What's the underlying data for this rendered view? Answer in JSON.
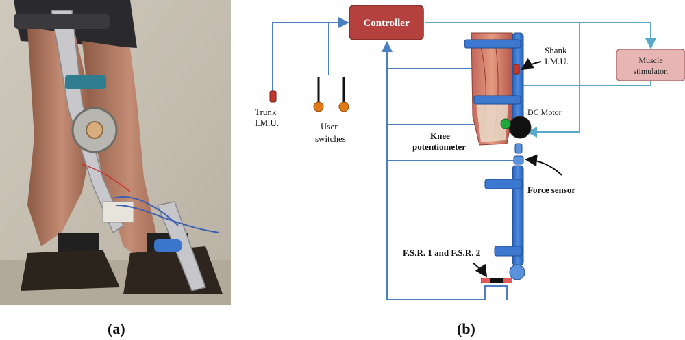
{
  "panels": {
    "a_label": "(a)",
    "b_label": "(b)"
  },
  "diagram": {
    "controller": "Controller",
    "muscle_stimulator": "Muscle stimulator.",
    "shank_imu": "Shank I.M.U.",
    "dc_motor": "DC Motor",
    "knee_potentiometer": "Knee potentiometer",
    "force_sensor": "Force sensor",
    "fsr": "F.S.R. 1 and F.S.R. 2",
    "trunk_imu": "Trunk I.M.U.",
    "user_switches": "User switches"
  },
  "colors": {
    "line_blue": "#4a7fc1",
    "teal_line": "#5aa9c9",
    "bar_blue": "#3d78d0",
    "controller_fill": "#b5413f",
    "stimulator_fill": "#e7b6b4",
    "sensor_red": "#c0392b",
    "switch_orange": "#e07a16",
    "potentiometer_green": "#1ea73f"
  }
}
